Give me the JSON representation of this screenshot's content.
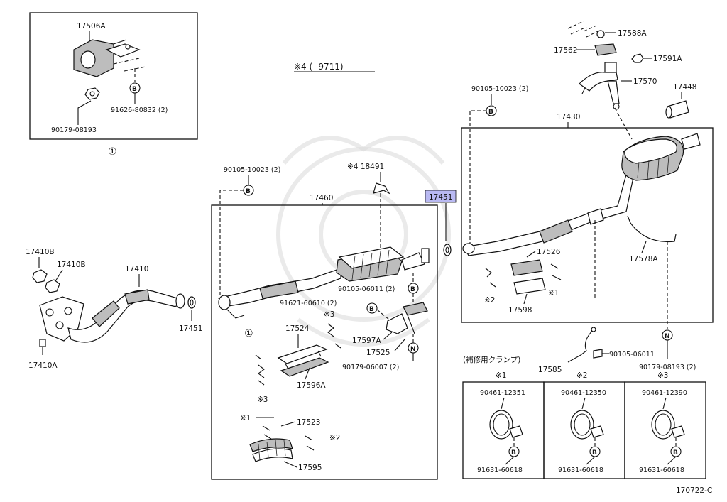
{
  "diagram_id": "170722-C",
  "note_mark": "※4 (     -9711)",
  "repair_clamp_title": "(補修用クランプ)",
  "highlight_color": "#b9b9f2",
  "inset": {
    "marker": "①",
    "part_mount": "17506A",
    "bolt": "91626-80832 (2)",
    "nut": "90179-08193",
    "b_tag": "B"
  },
  "front_pipe": {
    "part_pipe": "17410",
    "nut_a": "17410B",
    "nut_b": "17410B",
    "stud": "17410A",
    "gasket": "17451"
  },
  "center": {
    "bolt_top": "90105-10023 (2)",
    "b_tag": "B",
    "box_label": "17460",
    "heat_insulator": "※4 18491",
    "gasket_highlight": "17451",
    "bolt_mid": "90105-06011 (2)",
    "bolt_left": "91621-60610 (2)",
    "marker": "①",
    "support": "17524",
    "clip3_top": "※3",
    "clip3_bottom": "※3",
    "bracket_a": "17596A",
    "hanger_a": "17597A",
    "hanger": "17525",
    "nut_n": "90179-06007 (2)",
    "n_tag": "N",
    "support_lower": "17523",
    "clip1": "※1",
    "clip2": "※2",
    "bracket_lower": "17595"
  },
  "rear": {
    "bolt_top": "90105-10023 (2)",
    "b_tag": "B",
    "box_label": "17430",
    "tail_pipe": "17448",
    "cushion": "17588A",
    "stay": "17562",
    "nut": "17591A",
    "bracket": "17570",
    "band": "17578A",
    "support": "17526",
    "clip2": "※2",
    "clip1": "※1",
    "bracket_low": "17598",
    "sensor": "17585",
    "bolt_sensor": "90105-06011",
    "nut_rear": "90179-08193 (2)",
    "n_tag": "N"
  },
  "clamps": [
    {
      "mark": "※1",
      "part": "90461-12351",
      "bolt": "91631-60618",
      "b_tag": "B"
    },
    {
      "mark": "※2",
      "part": "90461-12350",
      "bolt": "91631-60618",
      "b_tag": "B"
    },
    {
      "mark": "※3",
      "part": "90461-12390",
      "bolt": "91631-60618",
      "b_tag": "B"
    }
  ]
}
